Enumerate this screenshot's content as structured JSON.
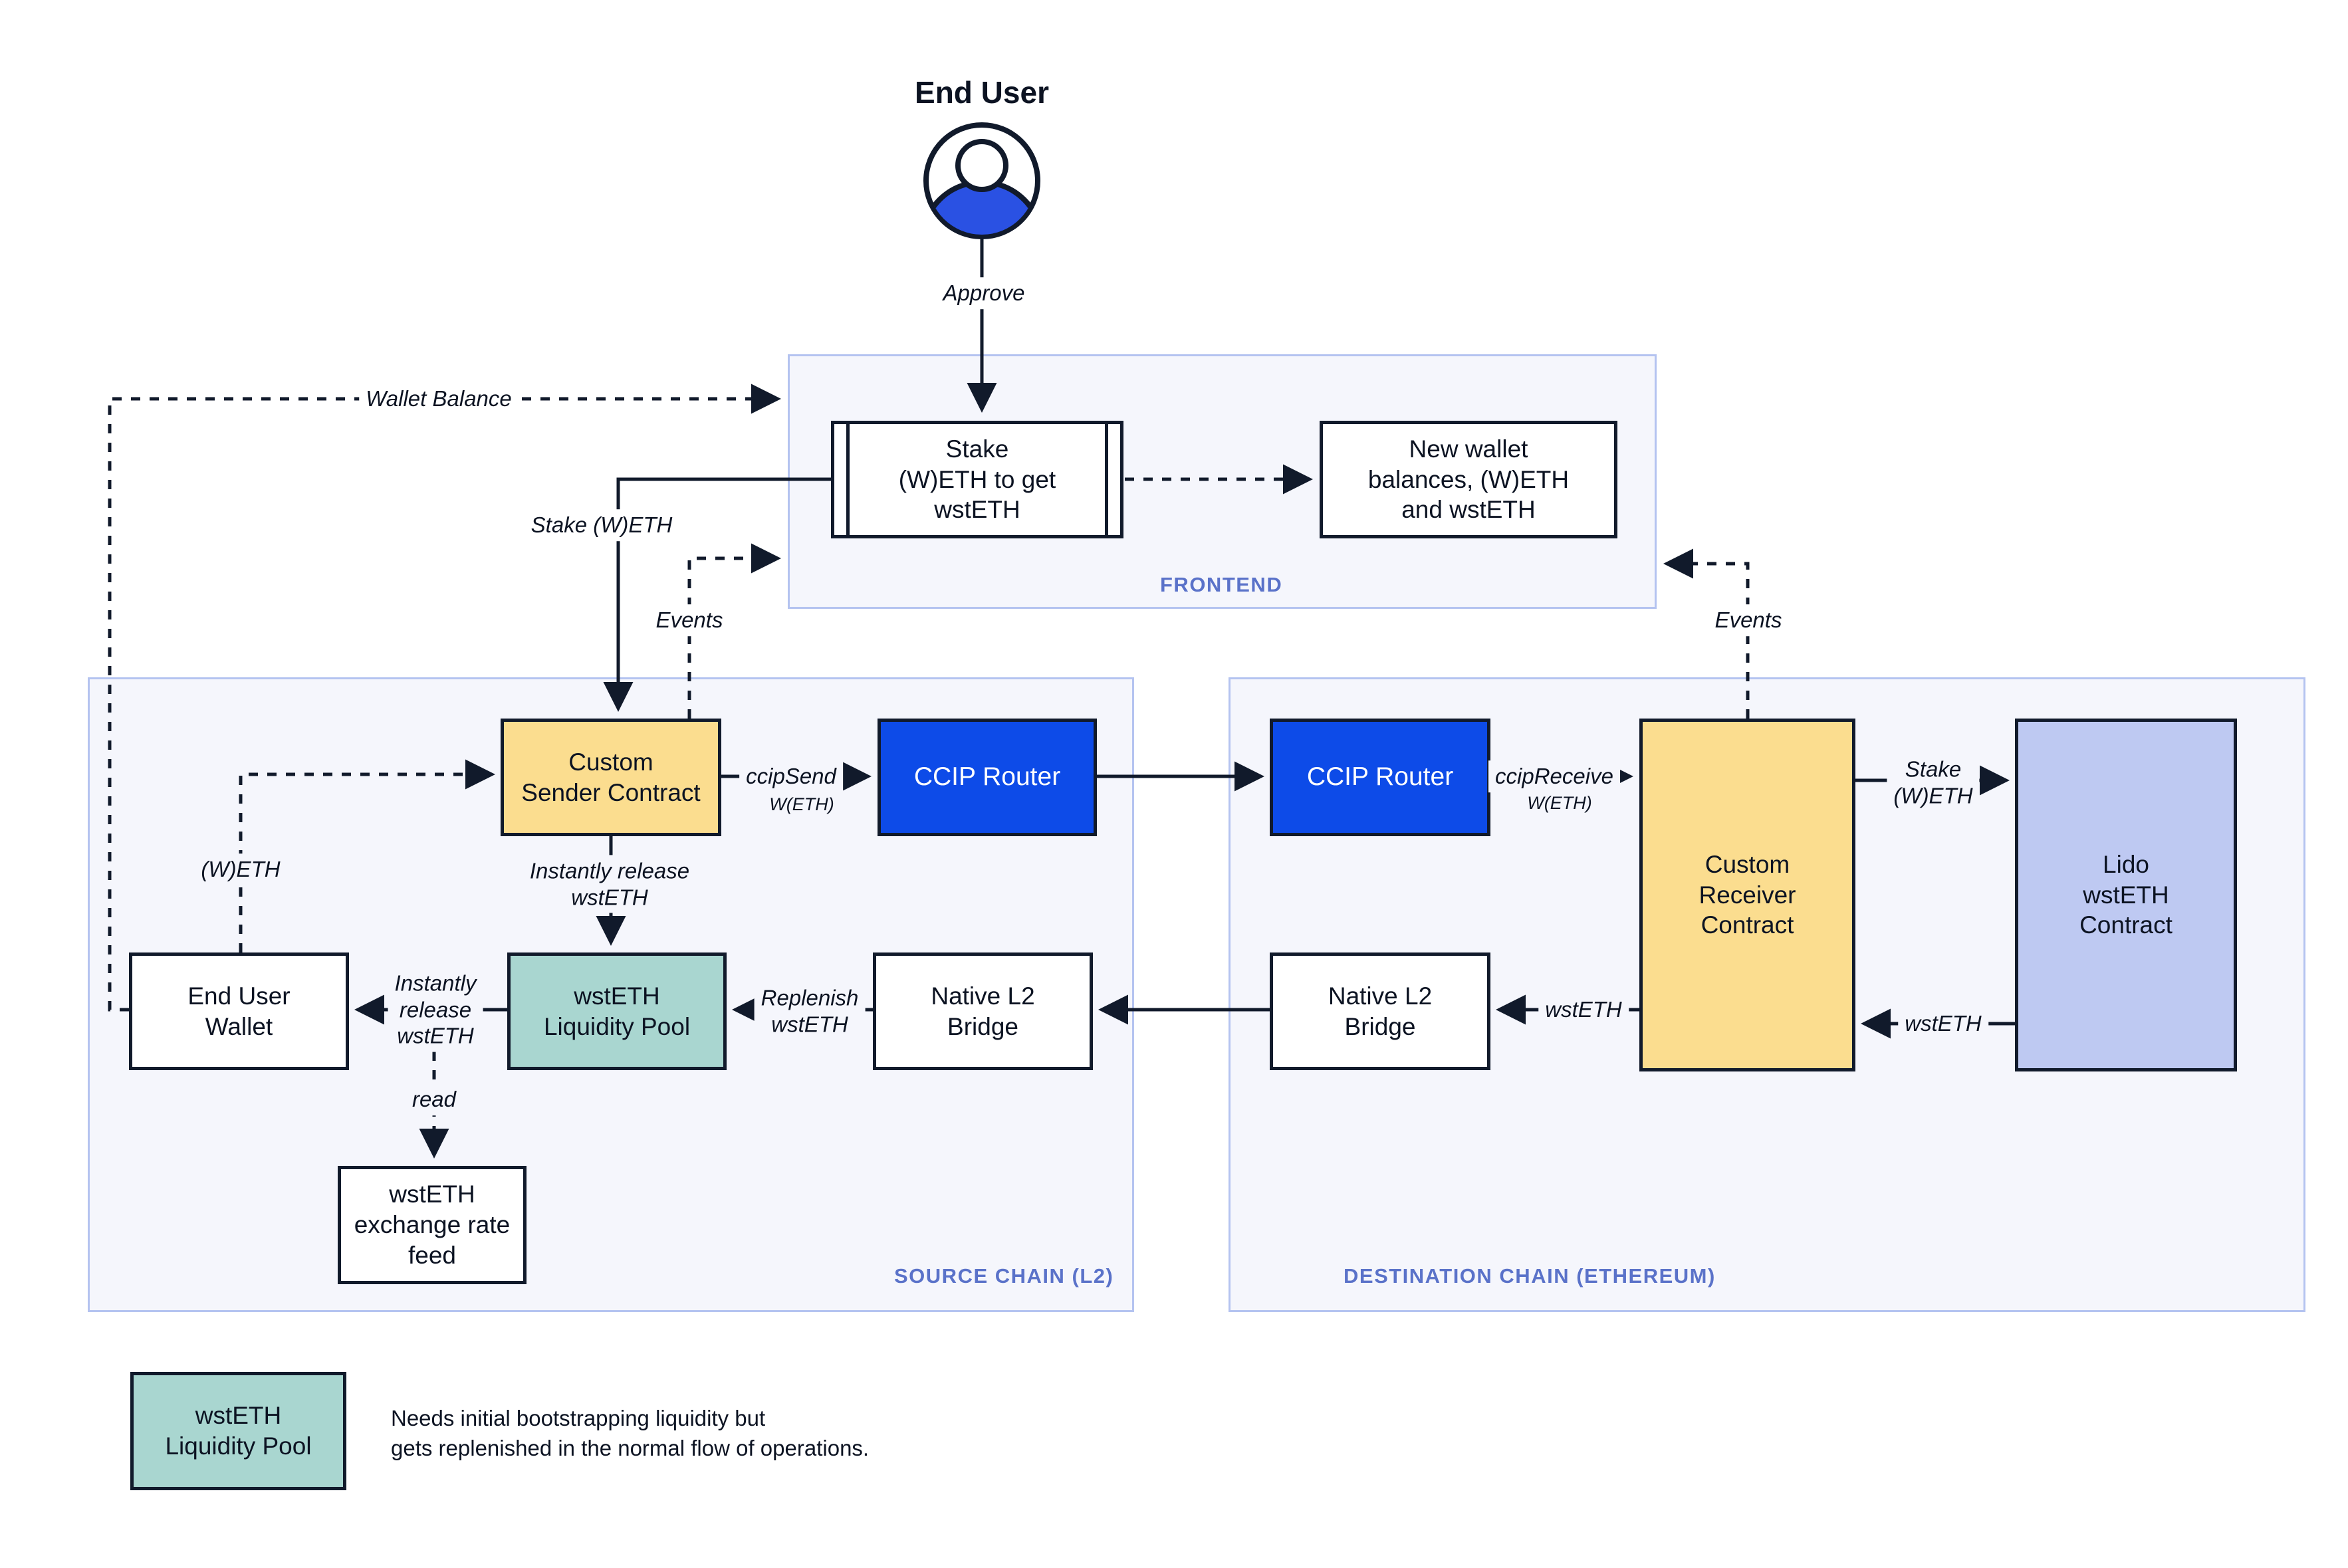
{
  "diagram": {
    "end_user": {
      "label": "End User"
    },
    "frontend": {
      "label": "FRONTEND",
      "stake_box": "Stake\n(W)ETH to get\nwstETH",
      "new_wallet_box": "New wallet\nbalances, (W)ETH\nand wstETH"
    },
    "source_chain": {
      "label": "SOURCE CHAIN (L2)",
      "custom_sender": "Custom\nSender Contract",
      "ccip_router": "CCIP Router",
      "end_user_wallet": "End User\nWallet",
      "liquidity_pool": "wstETH\nLiquidity Pool",
      "native_bridge": "Native L2\nBridge",
      "rate_feed": "wstETH\nexchange rate\nfeed"
    },
    "destination_chain": {
      "label": "DESTINATION CHAIN (ETHEREUM)",
      "ccip_router": "CCIP Router",
      "custom_receiver": "Custom\nReceiver\nContract",
      "lido_contract": "Lido\nwstETH\nContract",
      "native_bridge": "Native L2\nBridge"
    },
    "edge_labels": {
      "approve": "Approve",
      "wallet_balance": "Wallet Balance",
      "stake_weth": "Stake (W)ETH",
      "events_left": "Events",
      "events_right": "Events",
      "ccip_send": "ccipSend",
      "ccip_send_token": "W(ETH)",
      "ccip_receive": "ccipReceive",
      "ccip_receive_token": "W(ETH)",
      "instantly_release": "Instantly release\nwstETH",
      "weth": "(W)ETH",
      "instantly_release_narrow": "Instantly\nrelease\nwstETH",
      "replenish": "Replenish\nwstETH",
      "wsteth_receiver_to_bridge": "wstETH",
      "wsteth_lido_to_receiver": "wstETH",
      "stake_weth_dest": "Stake\n(W)ETH",
      "read": "read"
    },
    "legend": {
      "box_label": "wstETH\nLiquidity Pool",
      "note": "Needs initial bootstrapping liquidity but\ngets replenished in the normal flow of operations."
    }
  },
  "colors": {
    "line": "#111a2b",
    "text": "#0c1322",
    "router_blue": "#0d4be8",
    "yellow": "#fbdd8f",
    "teal": "#a9d6d0",
    "periwinkle": "#bec9f2",
    "container_fill": "#f5f6fc",
    "container_border": "#b4c3f0",
    "label_blue": "#5a72c9",
    "user_blue": "#2a51e3",
    "page_bg": "#ffffff"
  }
}
